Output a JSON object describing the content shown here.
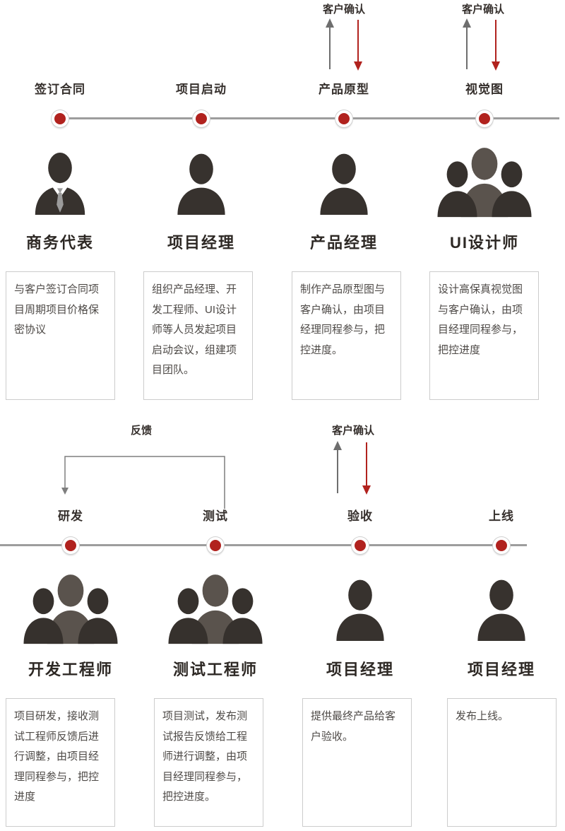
{
  "top": {
    "steps": [
      {
        "stage": "签订合同",
        "role": "商务代表",
        "icon": "person-tie",
        "desc": "与客户签订合同项目周期项目价格保密协议"
      },
      {
        "stage": "项目启动",
        "role": "项目经理",
        "icon": "person",
        "desc": "组织产品经理、开发工程师、UI设计师等人员发起项目启动会议，组建项目团队。"
      },
      {
        "stage": "产品原型",
        "role": "产品经理",
        "icon": "person",
        "confirm": "客户确认",
        "desc": "制作产品原型图与客户确认，由项目经理同程参与，把控进度。"
      },
      {
        "stage": "视觉图",
        "role": "UI设计师",
        "icon": "group",
        "confirm": "客户确认",
        "desc": "设计高保真视觉图与客户确认，由项目经理同程参与，把控进度"
      }
    ]
  },
  "bottom": {
    "feedback_label": "反馈",
    "steps": [
      {
        "stage": "研发",
        "role": "开发工程师",
        "icon": "group",
        "desc": "项目研发，接收测试工程师反馈后进行调整，由项目经理同程参与，把控进度"
      },
      {
        "stage": "测试",
        "role": "测试工程师",
        "icon": "group",
        "desc": "项目测试，发布测试报告反馈给工程师进行调整，由项目经理同程参与，把控进度。"
      },
      {
        "stage": "验收",
        "role": "项目经理",
        "icon": "person",
        "confirm": "客户确认",
        "desc": "提供最终产品给客户验收。"
      },
      {
        "stage": "上线",
        "role": "项目经理",
        "icon": "person",
        "desc": "发布上线。"
      }
    ]
  },
  "colors": {
    "accent_red": "#b1221e",
    "silhouette_dark": "#37322e",
    "line_gray": "#9d9d9d"
  }
}
